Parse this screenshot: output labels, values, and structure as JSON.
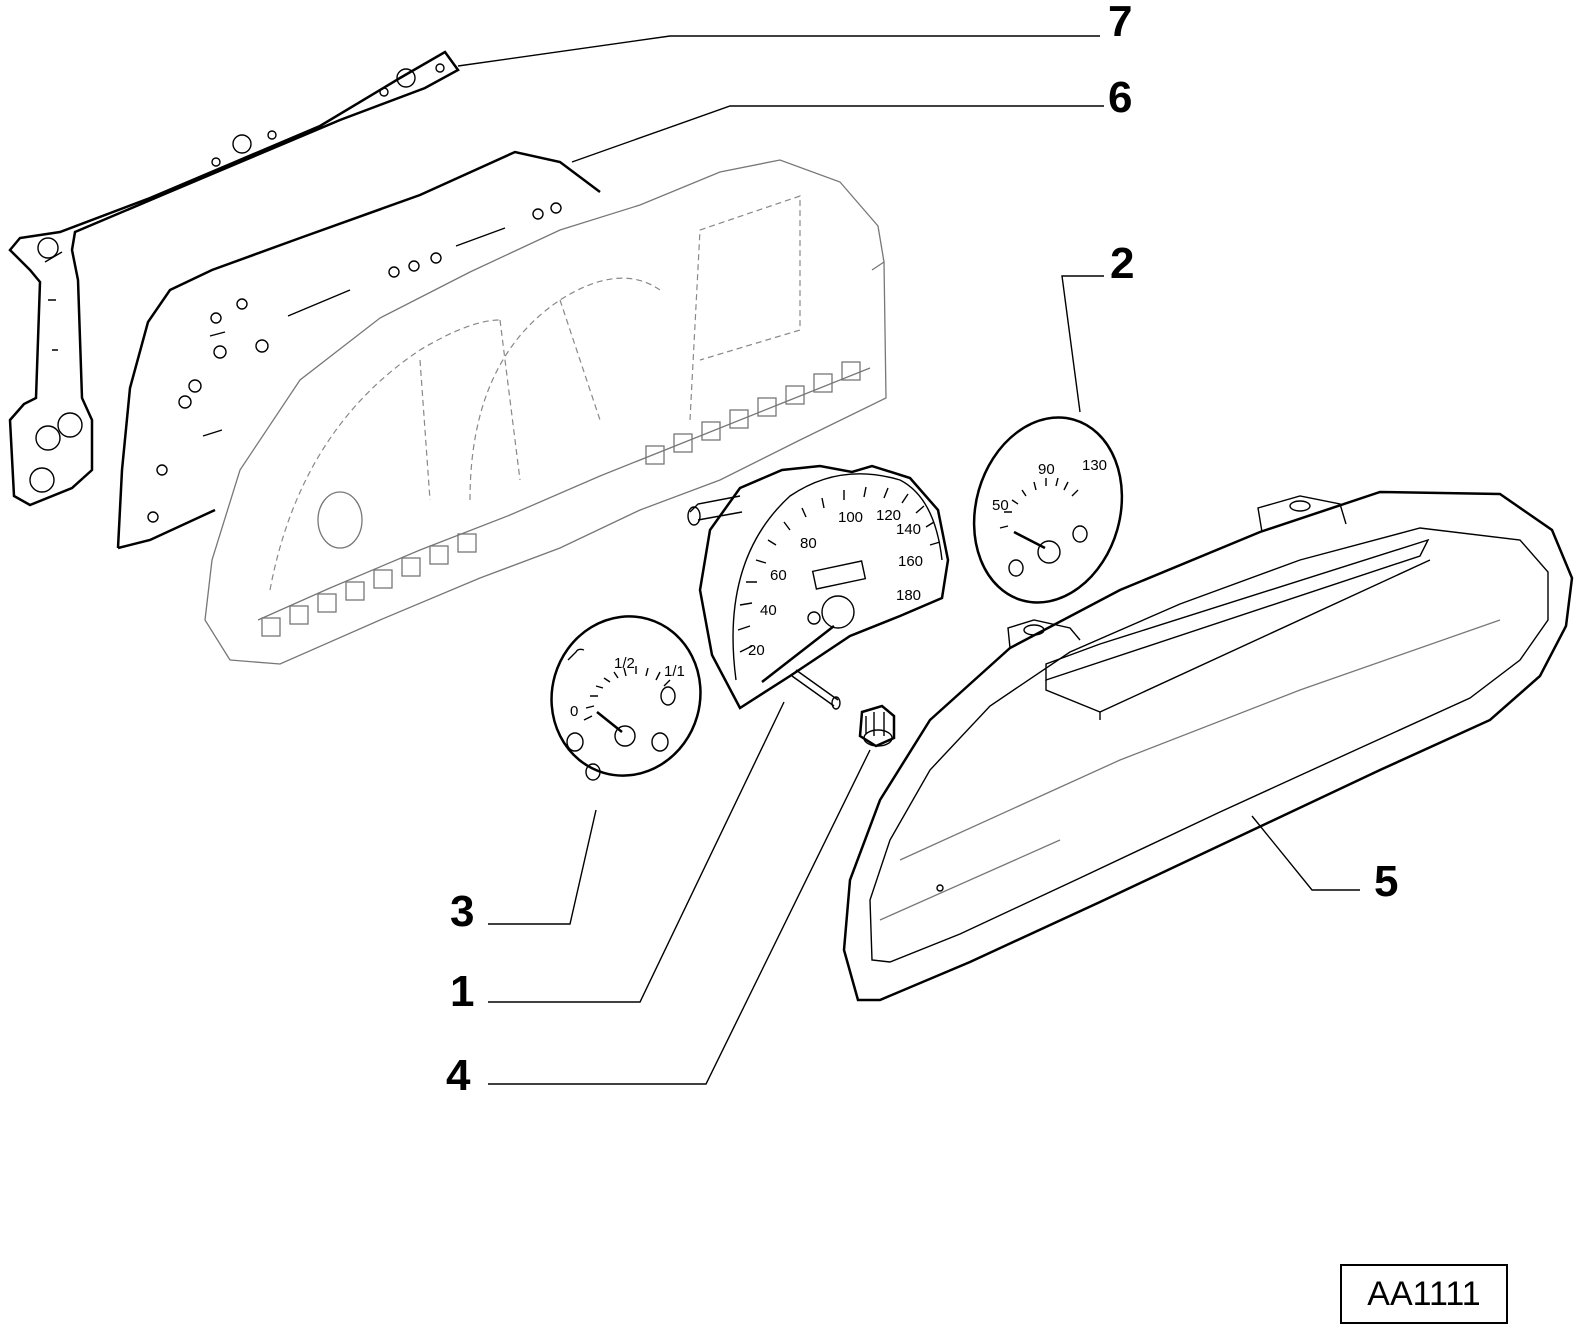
{
  "callouts": {
    "c1": "1",
    "c2": "2",
    "c3": "3",
    "c4": "4",
    "c5": "5",
    "c6": "6",
    "c7": "7"
  },
  "speedometer": {
    "scale": [
      "20",
      "40",
      "60",
      "80",
      "100",
      "120",
      "140",
      "160",
      "180"
    ]
  },
  "temperature_gauge": {
    "scale": [
      "50",
      "90",
      "130"
    ]
  },
  "fuel_gauge": {
    "scale": [
      "0",
      "1/2",
      "1/1"
    ]
  },
  "reference_code": "AA1111"
}
